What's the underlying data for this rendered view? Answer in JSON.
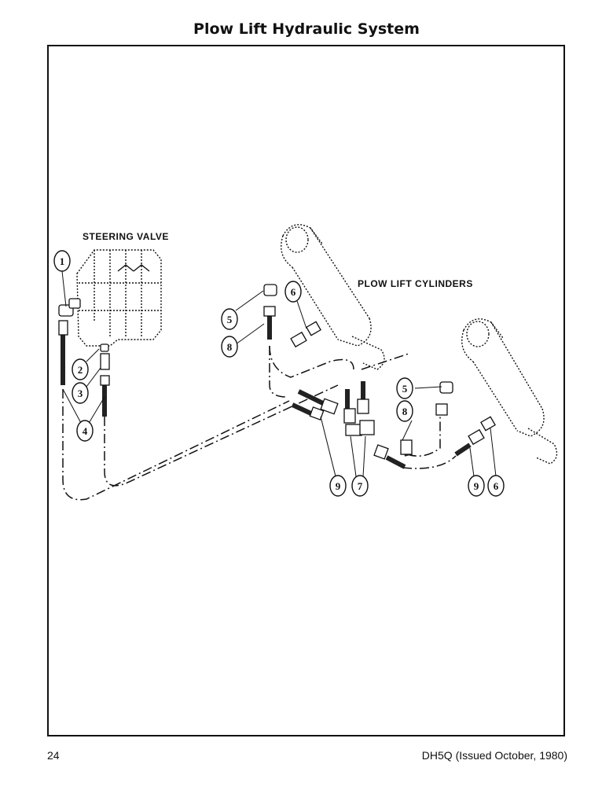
{
  "page": {
    "title": "Plow Lift Hydraulic System",
    "page_number": "24",
    "doc_ref": "DH5Q (Issued October, 1980)"
  },
  "labels": {
    "steering_valve": "STEERING VALVE",
    "plow_lift_cylinders": "PLOW LIFT CYLINDERS"
  },
  "callouts": [
    "1",
    "2",
    "3",
    "4",
    "5",
    "6",
    "8",
    "5",
    "8",
    "9",
    "7",
    "9",
    "6"
  ],
  "colors": {
    "ink": "#111111",
    "background": "#ffffff"
  }
}
